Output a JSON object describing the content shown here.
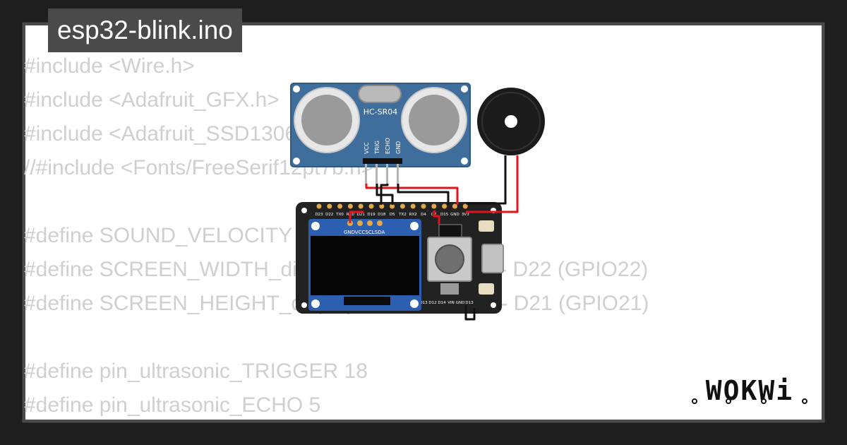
{
  "title": "esp32-blink.ino",
  "code_lines": [
    "#include <Wire.h>",
    "#include <Adafruit_GFX.h>",
    "#include <Adafruit_SSD1306.h>",
    "//#include <Fonts/FreeSerif12pt7b.h>",
    "",
    "#define SOUND_VELOCITY 0.034",
    "#define SCREEN_WIDTH_display 128    //SCL A5 - D22 (GPIO22)",
    "#define SCREEN_HEIGHT_display 64    //SDA A4 - D21 (GPIO21)",
    "",
    "#define pin_ultrasonic_TRIGGER 18",
    "#define pin_ultrasonic_ECHO 5"
  ],
  "sensor": {
    "label": "HC-SR04",
    "pins": [
      "VCC",
      "TRIG",
      "ECHO",
      "GND"
    ]
  },
  "oled": {
    "pins": [
      "GND",
      "VCC",
      "SCL",
      "SDA"
    ]
  },
  "board": {
    "top_pins": [
      "D23",
      "D22",
      "TX0",
      "RX0",
      "D21",
      "D19",
      "D18",
      "D5",
      "TX2",
      "RX2",
      "D4",
      "D2",
      "D15",
      "GND",
      "3V3"
    ],
    "bottom_pins": [
      "D13",
      "D12",
      "D14",
      "VIN",
      "GND",
      "D13"
    ]
  },
  "brand": "WOKWi",
  "colors": {
    "background": "#1e1e1e",
    "card": "#ffffff",
    "code_text": "#cfcfcf",
    "title_bg": "#4a4a4a",
    "sensor_blue": "#3f6e9c",
    "board_black": "#222222",
    "oled_blue": "#2d5fb0",
    "wire_red": "#e0141e",
    "wire_black": "#111111"
  }
}
